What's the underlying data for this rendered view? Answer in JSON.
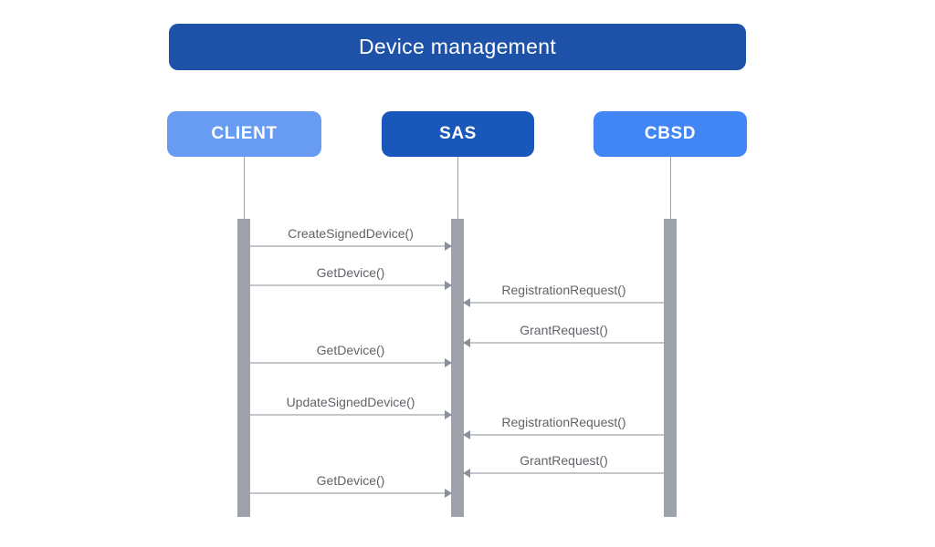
{
  "diagram_type": "sequence",
  "title": "Device management",
  "actors": [
    {
      "id": "client",
      "label": "CLIENT",
      "color": "#689BF2"
    },
    {
      "id": "sas",
      "label": "SAS",
      "color": "#1A57BB"
    },
    {
      "id": "cbsd",
      "label": "CBSD",
      "color": "#4285F4"
    }
  ],
  "colors": {
    "background": "#FFFFFF",
    "title_bar": "#1D52A8",
    "client_box": "#689BF2",
    "sas_box": "#1A57BB",
    "cbsd_box": "#4285F4",
    "activation_bar": "#9DA2AB",
    "lifeline": "#9EA3AB",
    "arrow_line": "#C3C6CA",
    "arrow_head": "#8A8F98",
    "message_text": "#5F6368",
    "title_text": "#FFFFFF"
  },
  "messages": [
    {
      "label": "CreateSignedDevice()",
      "from": "CLIENT",
      "to": "SAS"
    },
    {
      "label": "GetDevice()",
      "from": "CLIENT",
      "to": "SAS"
    },
    {
      "label": "RegistrationRequest()",
      "from": "CBSD",
      "to": "SAS"
    },
    {
      "label": "GrantRequest()",
      "from": "CBSD",
      "to": "SAS"
    },
    {
      "label": "GetDevice()",
      "from": "CLIENT",
      "to": "SAS"
    },
    {
      "label": "UpdateSignedDevice()",
      "from": "CLIENT",
      "to": "SAS"
    },
    {
      "label": "RegistrationRequest()",
      "from": "CBSD",
      "to": "SAS"
    },
    {
      "label": "GrantRequest()",
      "from": "CBSD",
      "to": "SAS"
    },
    {
      "label": "GetDevice()",
      "from": "CLIENT",
      "to": "SAS"
    }
  ]
}
